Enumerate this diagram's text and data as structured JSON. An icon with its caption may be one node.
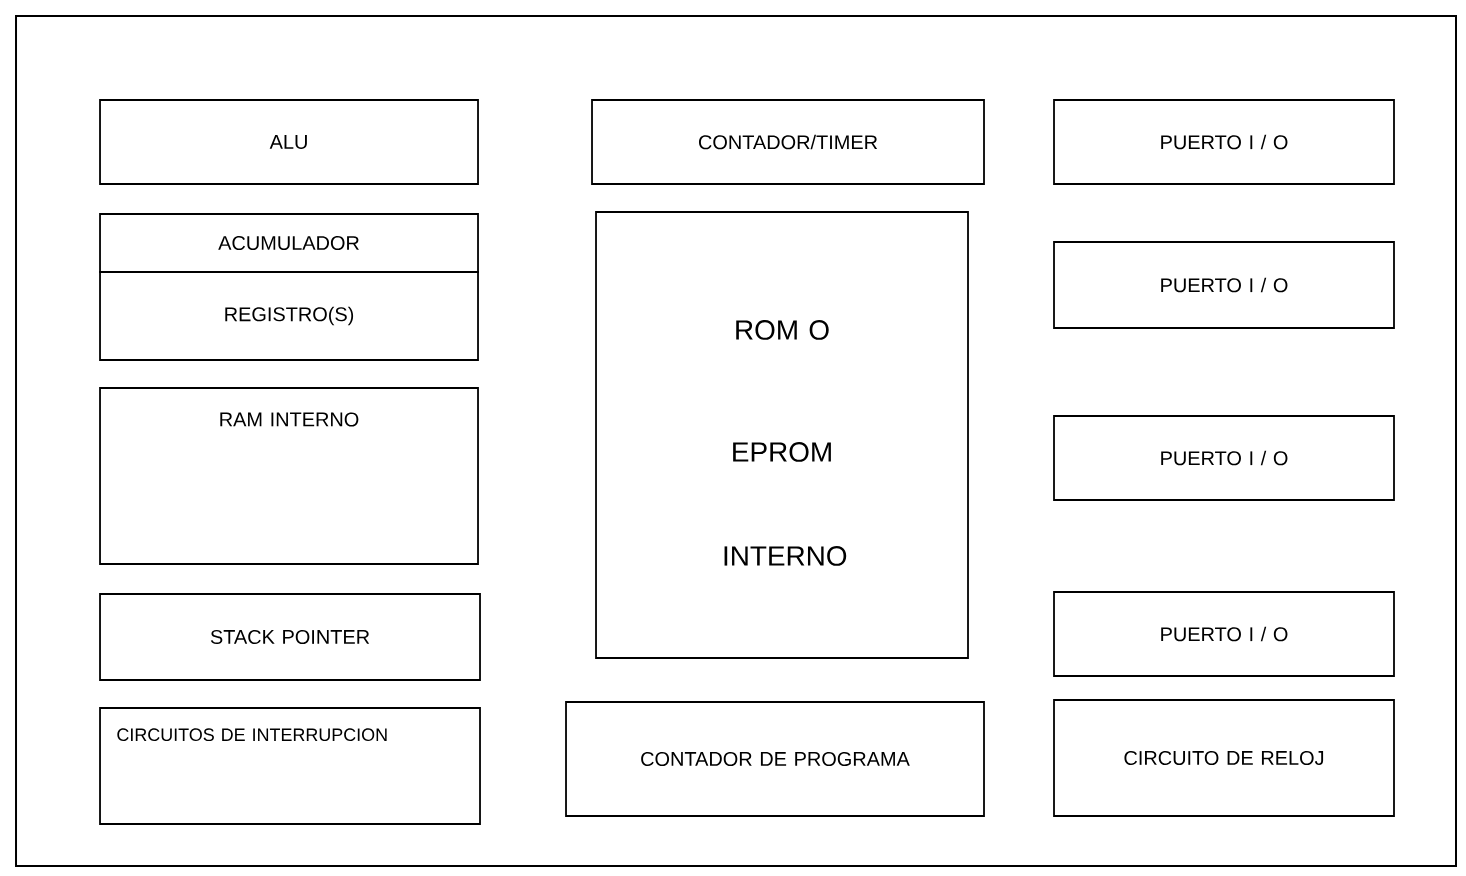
{
  "diagram": {
    "nodes": [
      {
        "text": [
          "ALU"
        ]
      },
      {
        "text": [
          "ACUMULADOR"
        ]
      },
      {
        "text": [
          "REGISTRO(S)"
        ]
      },
      {
        "text": [
          "RAM INTERNO"
        ]
      },
      {
        "text": [
          "STACK POINTER"
        ]
      },
      {
        "text": [
          "CIRCUITOS DE INTERRUPCION"
        ]
      },
      {
        "text": [
          "CONTADOR/TIMER"
        ]
      },
      {
        "text": [
          "ROM O",
          "EPROM",
          "INTERNO"
        ]
      },
      {
        "text": [
          "CONTADOR DE PROGRAMA"
        ]
      },
      {
        "text": [
          "PUERTO I / O"
        ]
      },
      {
        "text": [
          "PUERTO I / O"
        ]
      },
      {
        "text": [
          "PUERTO I / O"
        ]
      },
      {
        "text": [
          "PUERTO I / O"
        ]
      },
      {
        "text": [
          "CIRCUITO DE RELOJ"
        ]
      }
    ]
  }
}
